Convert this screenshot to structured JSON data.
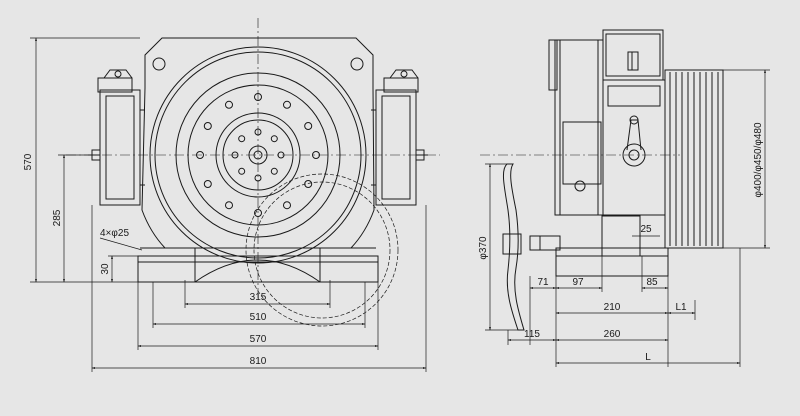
{
  "drawing": {
    "background": "#e6e6e6",
    "line_color": "#1a1a1a",
    "dims": {
      "overall_height": "570",
      "axis_height": "285",
      "base_height": "30",
      "holes": "4×φ25",
      "width_315": "315",
      "width_510": "510",
      "width_570": "570",
      "width_810": "810",
      "handwheel_dia": "φ370",
      "side_71": "71",
      "side_97": "97",
      "side_85": "85",
      "side_210": "210",
      "side_L1": "L1",
      "side_25": "25",
      "side_115": "115",
      "side_260": "260",
      "side_L": "L",
      "sheave_dia": "φ400/φ450/φ480"
    }
  }
}
